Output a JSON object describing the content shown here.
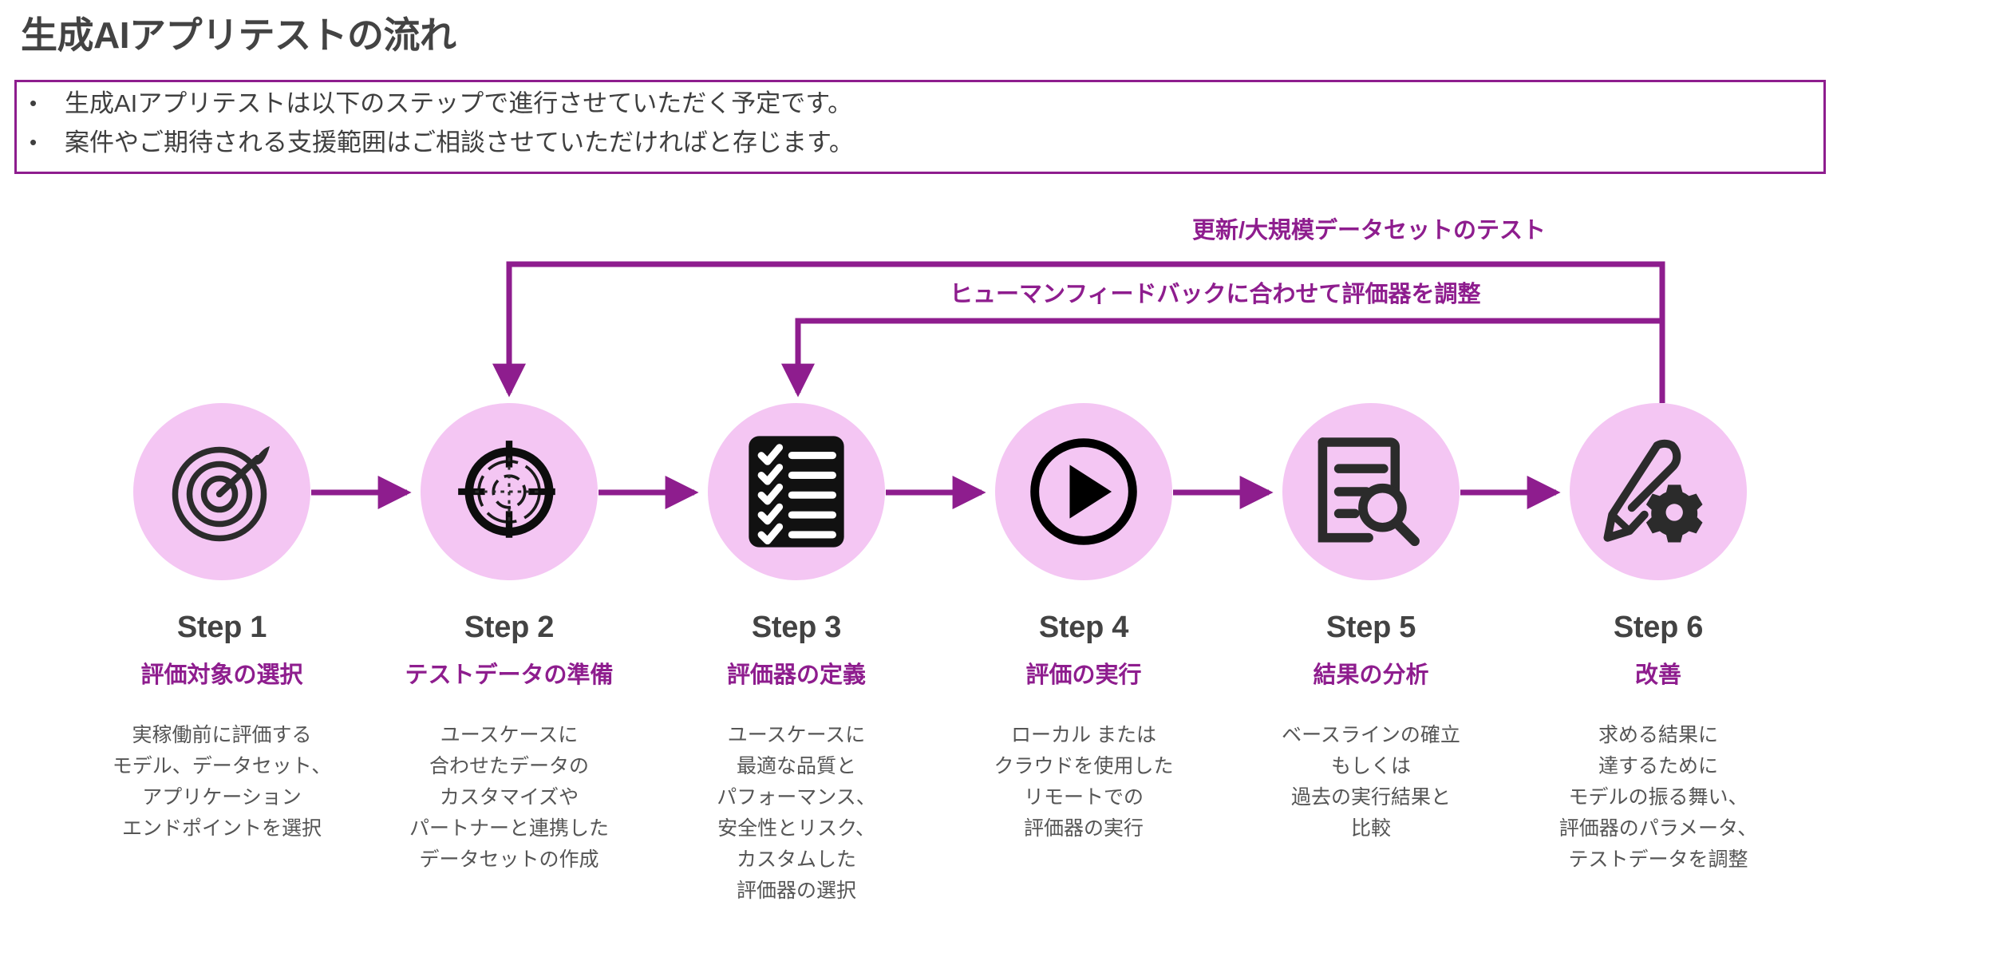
{
  "page": {
    "title": "生成AIアプリテストの流れ",
    "accent_color": "#8e1d8e",
    "circle_color": "#f4c6f3",
    "title_color": "#434343",
    "body_color": "#555555"
  },
  "bullets": {
    "marker": "•",
    "items": [
      "生成AIアプリテストは以下のステップで進行させていただく予定です。",
      "案件やご期待される支援範囲はご相談させていただければと存じます。"
    ]
  },
  "loops": [
    {
      "label": "更新/大規模データセットのテスト",
      "from_step": 6,
      "to_step": 2
    },
    {
      "label": "ヒューマンフィードバックに合わせて評価器を調整",
      "from_step": 6,
      "to_step": 3
    }
  ],
  "steps": [
    {
      "name": "Step 1",
      "subtitle": "評価対象の選択",
      "icon": "dartboard-target-icon",
      "description": "実稼働前に評価する\nモデル、データセット、\nアプリケーション\nエンドポイントを選択"
    },
    {
      "name": "Step 2",
      "subtitle": "テストデータの準備",
      "icon": "crosshair-target-icon",
      "description": "ユースケースに\n合わせたデータの\nカスタマイズや\nパートナーと連携した\nデータセットの作成"
    },
    {
      "name": "Step 3",
      "subtitle": "評価器の定義",
      "icon": "checklist-icon",
      "description": "ユースケースに\n最適な品質と\nパフォーマンス、\n安全性とリスク、\nカスタムした\n評価器の選択"
    },
    {
      "name": "Step 4",
      "subtitle": "評価の実行",
      "icon": "play-circle-icon",
      "description": "ローカル または\nクラウドを使用した\nリモートでの\n評価器の実行"
    },
    {
      "name": "Step 5",
      "subtitle": "結果の分析",
      "icon": "document-search-icon",
      "description": "ベースラインの確立\nもしくは\n過去の実行結果と\n比較"
    },
    {
      "name": "Step 6",
      "subtitle": "改善",
      "icon": "pencil-gear-icon",
      "description": "求める結果に\n達するために\nモデルの振る舞い、\n評価器のパラメータ、\nテストデータを調整"
    }
  ]
}
